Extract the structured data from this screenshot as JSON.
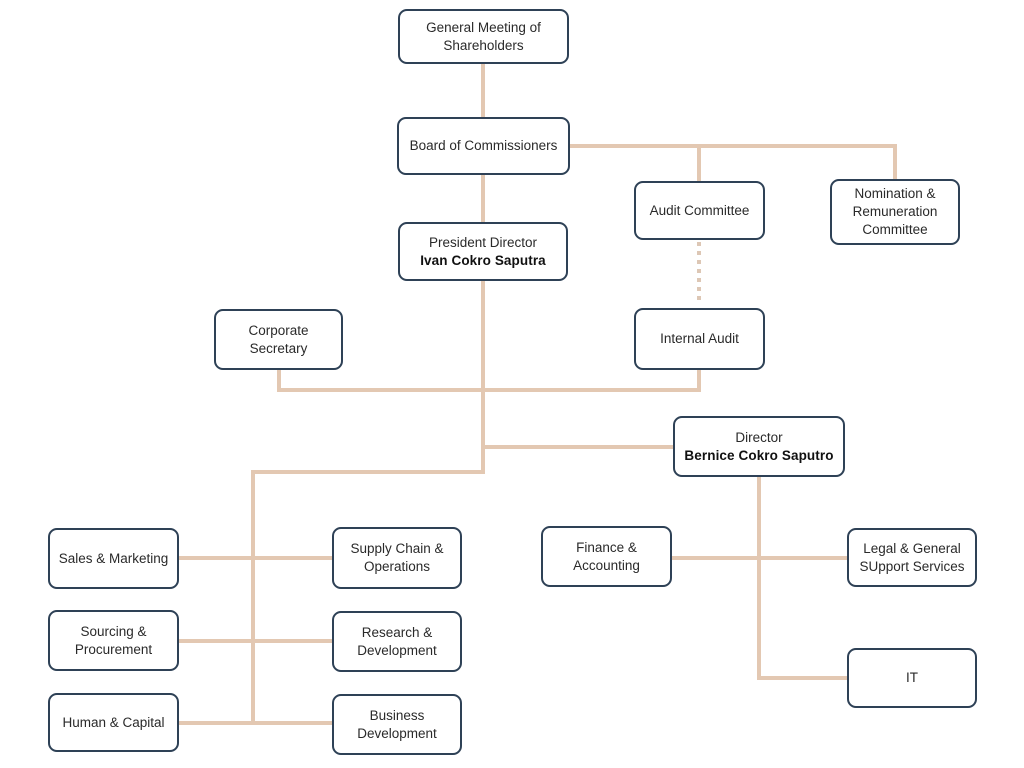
{
  "theme": {
    "background": "#ffffff",
    "line_color": "#e3c8b2",
    "dotted_line_color": "#ddc7b5",
    "box_border_color": "#2e4156",
    "box_fill_color": "#ffffff",
    "text_color": "#2a2a2a",
    "name_text_color": "#111111"
  },
  "nodes": {
    "gms": {
      "label": "General Meeting of\nShareholders"
    },
    "board": {
      "label": "Board of Commissioners"
    },
    "audit_committee": {
      "label": "Audit Committee"
    },
    "nomination": {
      "label": "Nomination &\nRemuneration\nCommittee"
    },
    "president": {
      "title": "President Director",
      "name": "Ivan Cokro Saputra"
    },
    "corporate_secretary": {
      "label": "Corporate\nSecretary"
    },
    "internal_audit": {
      "label": "Internal Audit"
    },
    "director": {
      "title": "Director",
      "name": "Bernice Cokro Saputro"
    },
    "sales_marketing": {
      "label": "Sales & Marketing"
    },
    "sourcing_procurement": {
      "label": "Sourcing &\nProcurement"
    },
    "human_capital": {
      "label": "Human & Capital"
    },
    "supply_chain": {
      "label": "Supply Chain &\nOperations"
    },
    "research_development": {
      "label": "Research &\nDevelopment"
    },
    "business_development": {
      "label": "Business\nDevelopment"
    },
    "finance_accounting": {
      "label": "Finance &\nAccounting"
    },
    "legal_support": {
      "label": "Legal & General\nSUpport Services"
    },
    "it": {
      "label": "IT"
    }
  },
  "edges": [
    {
      "from": "gms",
      "to": "board",
      "style": "solid"
    },
    {
      "from": "board",
      "to": "audit_committee",
      "style": "solid"
    },
    {
      "from": "board",
      "to": "nomination",
      "style": "solid"
    },
    {
      "from": "board",
      "to": "president",
      "style": "solid"
    },
    {
      "from": "audit_committee",
      "to": "internal_audit",
      "style": "dotted"
    },
    {
      "from": "president",
      "to": "corporate_secretary",
      "style": "solid"
    },
    {
      "from": "president",
      "to": "internal_audit",
      "style": "solid"
    },
    {
      "from": "president",
      "to": "director",
      "style": "solid"
    },
    {
      "from": "president",
      "to": "sales_marketing",
      "style": "solid"
    },
    {
      "from": "president",
      "to": "sourcing_procurement",
      "style": "solid"
    },
    {
      "from": "president",
      "to": "human_capital",
      "style": "solid"
    },
    {
      "from": "president",
      "to": "supply_chain",
      "style": "solid"
    },
    {
      "from": "president",
      "to": "research_development",
      "style": "solid"
    },
    {
      "from": "president",
      "to": "business_development",
      "style": "solid"
    },
    {
      "from": "director",
      "to": "finance_accounting",
      "style": "solid"
    },
    {
      "from": "director",
      "to": "legal_support",
      "style": "solid"
    },
    {
      "from": "director",
      "to": "it",
      "style": "solid"
    }
  ]
}
